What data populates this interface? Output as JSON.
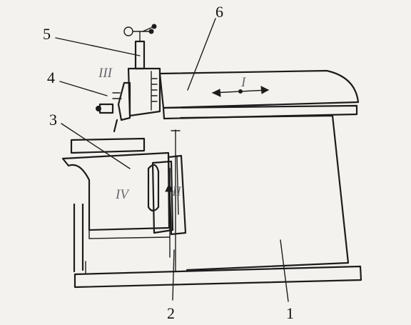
{
  "diagram": {
    "callouts": [
      {
        "id": "c1",
        "text": "1"
      },
      {
        "id": "c2",
        "text": "2"
      },
      {
        "id": "c3",
        "text": "3"
      },
      {
        "id": "c4",
        "text": "4"
      },
      {
        "id": "c5",
        "text": "5"
      },
      {
        "id": "c6",
        "text": "6"
      }
    ],
    "motions": [
      {
        "id": "m1",
        "text": "I"
      },
      {
        "id": "m2",
        "text": "II"
      },
      {
        "id": "m3",
        "text": "III"
      },
      {
        "id": "m4",
        "text": "IV"
      }
    ]
  }
}
